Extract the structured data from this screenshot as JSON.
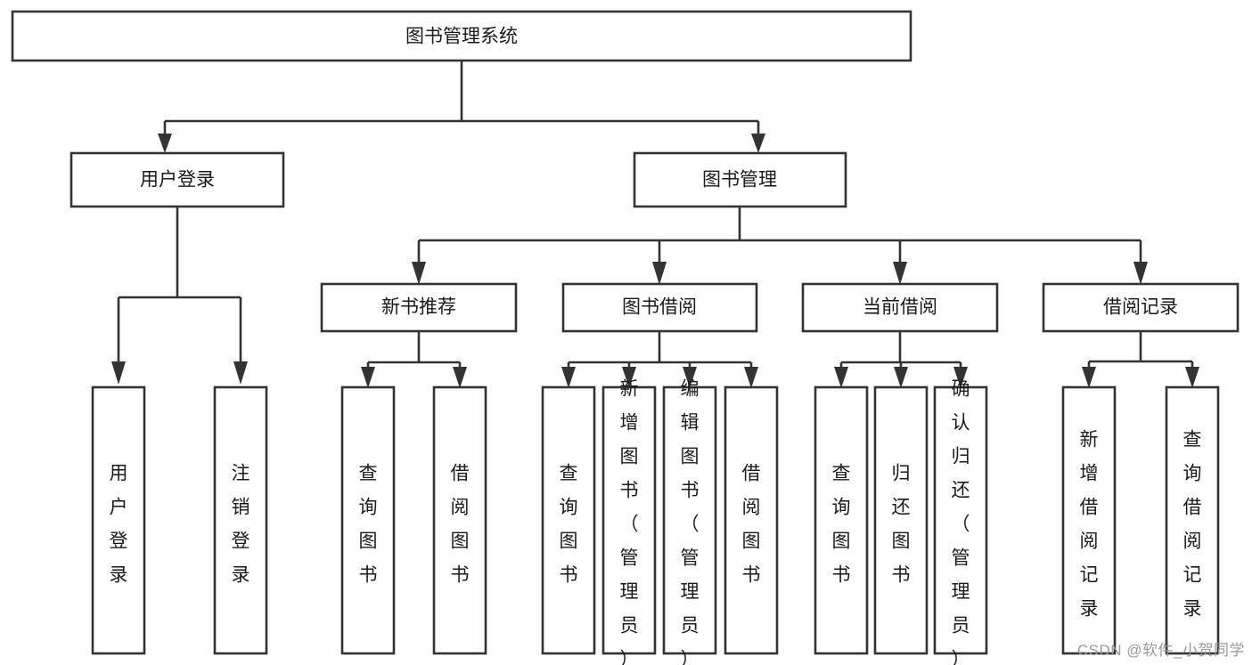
{
  "diagram": {
    "type": "tree",
    "title": "图书管理系统",
    "orientation": "top-down",
    "line_color": "#333333",
    "box_fill": "#ffffff",
    "text_color": "#1a1a1a",
    "root": {
      "id": "root",
      "label": "图书管理系统",
      "text_direction": "horizontal"
    },
    "level2": [
      {
        "id": "user-login",
        "label": "用户登录",
        "text_direction": "horizontal"
      },
      {
        "id": "book-manage",
        "label": "图书管理",
        "text_direction": "horizontal"
      }
    ],
    "level3": [
      {
        "id": "new-book-rec",
        "label": "新书推荐",
        "text_direction": "horizontal",
        "parent": "book-manage"
      },
      {
        "id": "book-borrow",
        "label": "图书借阅",
        "text_direction": "horizontal",
        "parent": "book-manage"
      },
      {
        "id": "current-borrow",
        "label": "当前借阅",
        "text_direction": "horizontal",
        "parent": "book-manage"
      },
      {
        "id": "borrow-record",
        "label": "借阅记录",
        "text_direction": "horizontal",
        "parent": "book-manage"
      }
    ],
    "leaves": [
      {
        "id": "leaf-user-login",
        "label": "用户登录",
        "text_direction": "vertical",
        "parent": "user-login"
      },
      {
        "id": "leaf-user-logout",
        "label": "注销登录",
        "text_direction": "vertical",
        "parent": "user-login"
      },
      {
        "id": "leaf-query-book-1",
        "label": "查询图书",
        "text_direction": "vertical",
        "parent": "new-book-rec"
      },
      {
        "id": "leaf-borrow-book-1",
        "label": "借阅图书",
        "text_direction": "vertical",
        "parent": "new-book-rec"
      },
      {
        "id": "leaf-query-book-2",
        "label": "查询图书",
        "text_direction": "vertical",
        "parent": "book-borrow"
      },
      {
        "id": "leaf-add-book",
        "label": "新增图书（管理员）",
        "text_direction": "vertical",
        "parent": "book-borrow"
      },
      {
        "id": "leaf-edit-book",
        "label": "编辑图书（管理员）",
        "text_direction": "vertical",
        "parent": "book-borrow"
      },
      {
        "id": "leaf-borrow-book-2",
        "label": "借阅图书",
        "text_direction": "vertical",
        "parent": "book-borrow"
      },
      {
        "id": "leaf-query-book-3",
        "label": "查询图书",
        "text_direction": "vertical",
        "parent": "current-borrow"
      },
      {
        "id": "leaf-return-book",
        "label": "归还图书",
        "text_direction": "vertical",
        "parent": "current-borrow"
      },
      {
        "id": "leaf-confirm-return",
        "label": "确认归还（管理员）",
        "text_direction": "vertical",
        "parent": "current-borrow"
      },
      {
        "id": "leaf-add-record",
        "label": "新增借阅记录",
        "text_direction": "vertical",
        "parent": "borrow-record"
      },
      {
        "id": "leaf-query-record",
        "label": "查询借阅记录",
        "text_direction": "vertical",
        "parent": "borrow-record"
      }
    ]
  },
  "watermark": {
    "text": "CSDN @软件_小贺同学"
  }
}
